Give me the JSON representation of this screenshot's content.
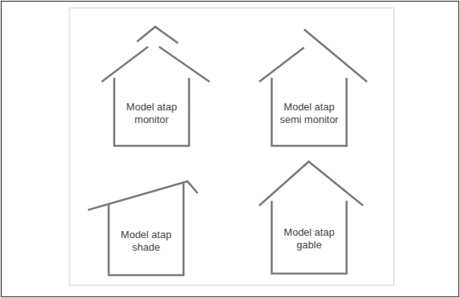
{
  "diagram": {
    "nodes": [
      {
        "text": [
          "Model atap monitor"
        ]
      },
      {
        "text": [
          "Model atap semi monitor"
        ]
      },
      {
        "text": [
          "Model atap shade"
        ]
      },
      {
        "text": [
          "Model atap gable"
        ]
      }
    ]
  }
}
